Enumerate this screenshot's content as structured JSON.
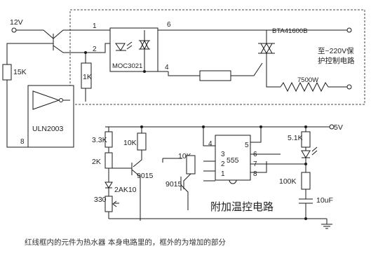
{
  "labels": {
    "supply_12v": "12V",
    "r_15k": "15K",
    "node_1": "1",
    "node_2": "2",
    "node_4": "4",
    "node_6": "6",
    "r_1k": "1K",
    "opto": "MOC3021",
    "triac": "BTA41600B",
    "note_line1": "至~220V保",
    "note_line2": "护控制电路",
    "heater": "7500W",
    "driver_ic": "ULN2003",
    "driver_pin": "8",
    "supply_5v": "5V",
    "r_33k": "3.3K",
    "r_2k": "2K",
    "r_10k_a": "10K",
    "r_10k_b": "10K",
    "q_9015_a": "9015",
    "q_9015_b": "9015",
    "sensor": "2AK10",
    "r_330": "330",
    "timer": "555",
    "pin_4": "4",
    "pin_5": "5",
    "pin_3": "3",
    "pin_6": "6",
    "pin_2": "2",
    "pin_7": "7",
    "pin_1": "1",
    "pin_8": "8",
    "r_51k": "5.1K",
    "r_100k": "100K",
    "cap_10uf": "10uF",
    "section_title": "附加温控电路",
    "caption": "红线框内的元件为热水器 本身电路里的，框外的为增加的部分"
  }
}
